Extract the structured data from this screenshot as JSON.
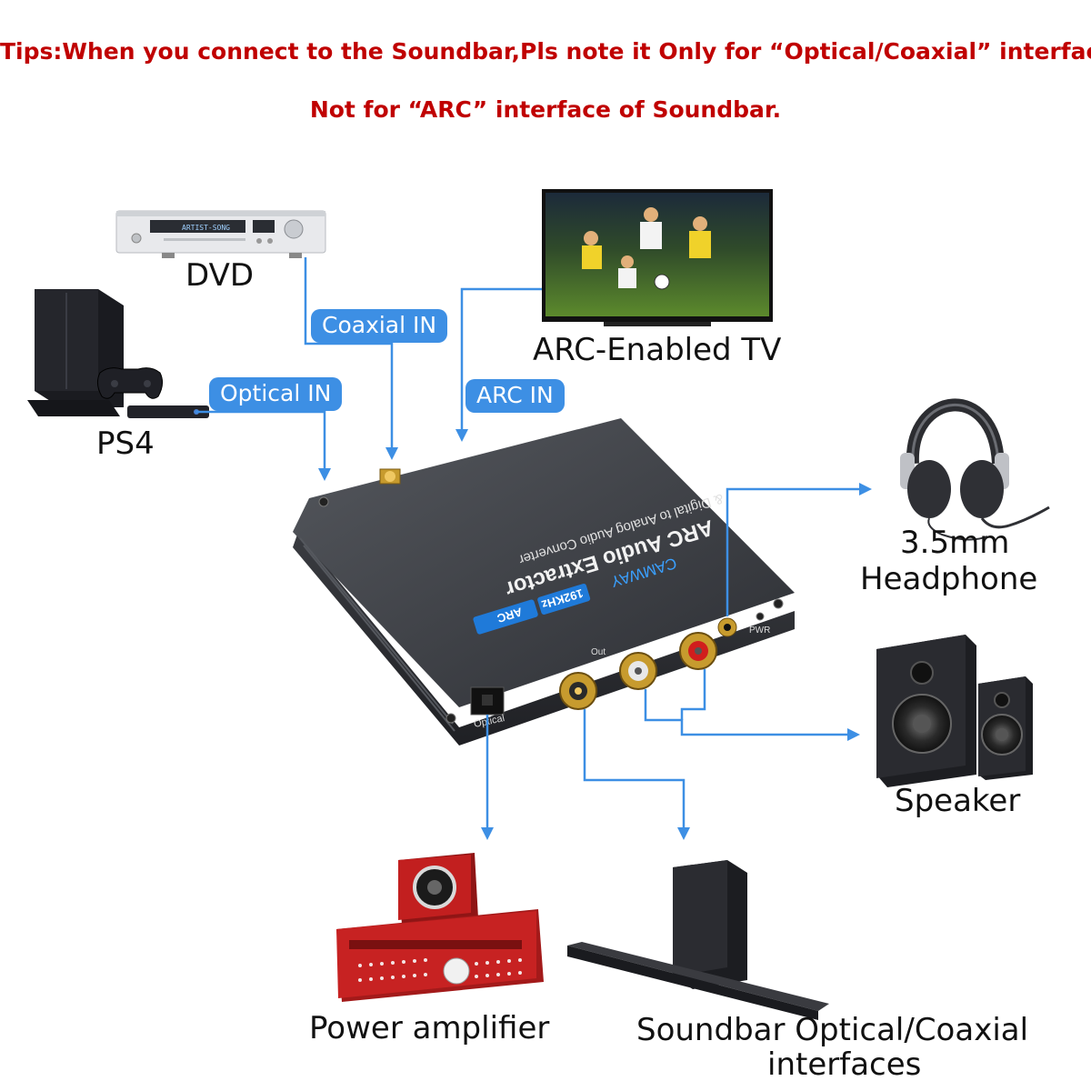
{
  "tips": {
    "line1": "Tips:When you connect to the Soundbar,Pls note it Only for “Optical/Coaxial” interfaces,",
    "line2": "Not for “ARC” interface of Soundbar."
  },
  "devices": {
    "dvd": "DVD",
    "ps4": "PS4",
    "tv": "ARC-Enabled TV",
    "headphone_1": "3.5mm",
    "headphone_2": "Headphone",
    "speaker": "Speaker",
    "amplifier": "Power amplifier",
    "soundbar_1": "Soundbar Optical/Coaxial",
    "soundbar_2": "interfaces"
  },
  "inputs": {
    "coaxial": "Coaxial IN",
    "optical": "Optical IN",
    "arc": "ARC IN"
  },
  "converter": {
    "brand": "CAMWAY",
    "title": "ARC Audio Extractor",
    "subtitle": "& Digital to Analog Audio Converter",
    "badge_rate": "192KHz",
    "badge_arc": "ARC",
    "port_optical": "Optical",
    "port_out": "Out",
    "port_pwr": "PWR"
  },
  "dvd_display": "ARTIST-SONG",
  "colors": {
    "tips": "#c00000",
    "arrow": "#3d8fe4",
    "tag": "#3d8fe4",
    "body": "#3a3d42"
  }
}
